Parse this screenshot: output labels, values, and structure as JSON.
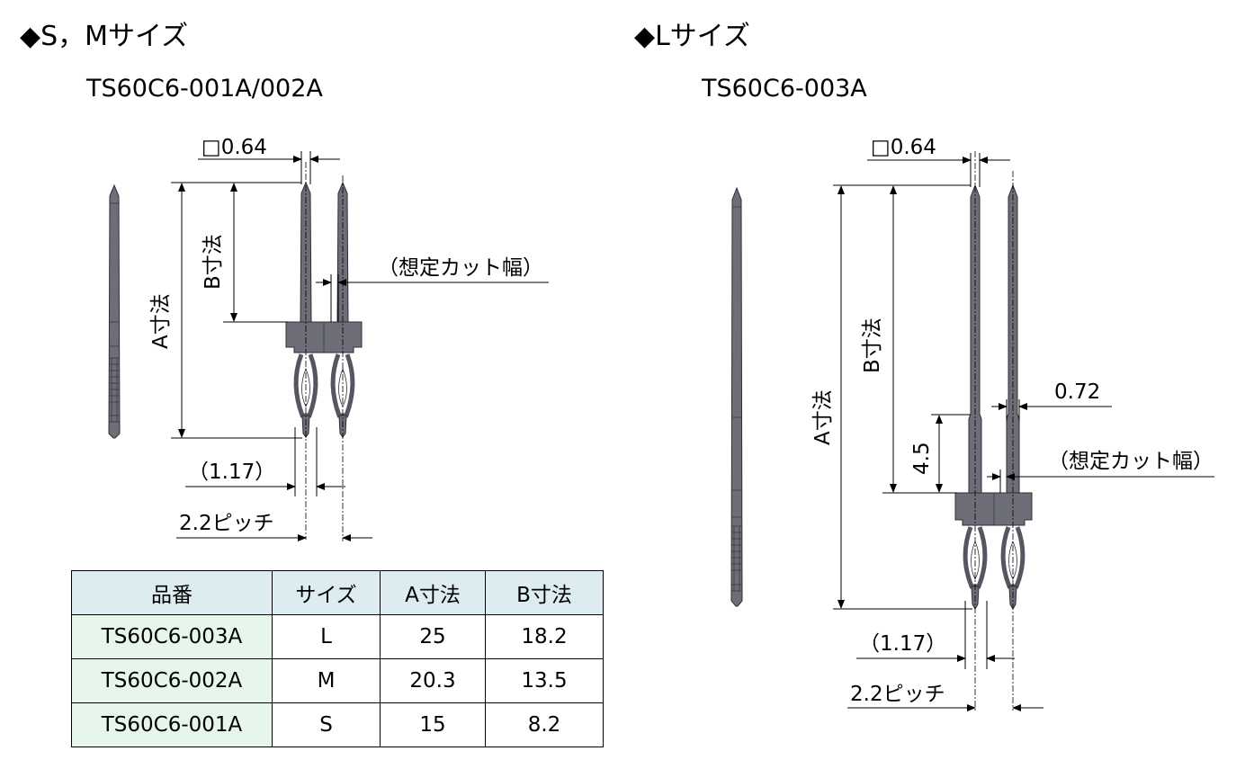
{
  "left": {
    "heading": "◆S，Mサイズ",
    "model": "TS60C6-001A/002A",
    "dims": {
      "square": "□0.64",
      "b": "B寸法",
      "a": "A寸法",
      "cut": "（想定カット幅）",
      "offset": "（1.17）",
      "pitch": "2.2ピッチ"
    }
  },
  "right": {
    "heading": "◆Lサイズ",
    "model": "TS60C6-003A",
    "dims": {
      "square": "□0.64",
      "b": "B寸法",
      "a": "A寸法",
      "w": "0.72",
      "h": "4.5",
      "cut": "（想定カット幅）",
      "offset": "（1.17）",
      "pitch": "2.2ピッチ"
    }
  },
  "table": {
    "headers": [
      "品番",
      "サイズ",
      "A寸法",
      "B寸法"
    ],
    "rows": [
      [
        "TS60C6-003A",
        "L",
        "25",
        "18.2"
      ],
      [
        "TS60C6-002A",
        "M",
        "20.3",
        "13.5"
      ],
      [
        "TS60C6-001A",
        "S",
        "15",
        "8.2"
      ]
    ]
  }
}
